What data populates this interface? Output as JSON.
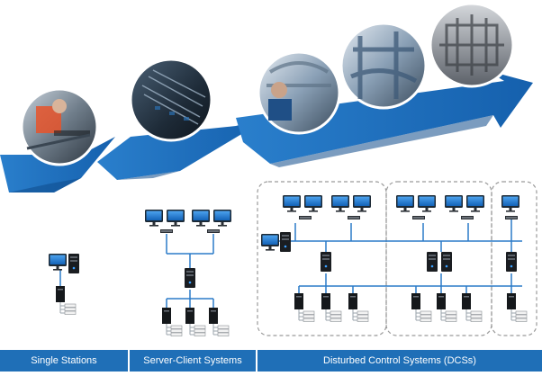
{
  "diagram": {
    "stages": [
      {
        "label": "Single Stations",
        "photo": "worker-at-controls"
      },
      {
        "label": "Server-Client Systems",
        "photo": "server-rack-cables"
      },
      {
        "label": "Disturbed Control Systems (DCSs)",
        "photos": [
          "engineer-on-phone",
          "industrial-pipework",
          "factory-machinery"
        ]
      }
    ],
    "colors": {
      "arrow": "#1f6fb7",
      "arrow_dark": "#0f4a8a",
      "bar": "#1f6fb7",
      "line": "#2b7bc8",
      "dashed_border": "#9a9a9a",
      "monitor": "#1a77d0"
    }
  }
}
